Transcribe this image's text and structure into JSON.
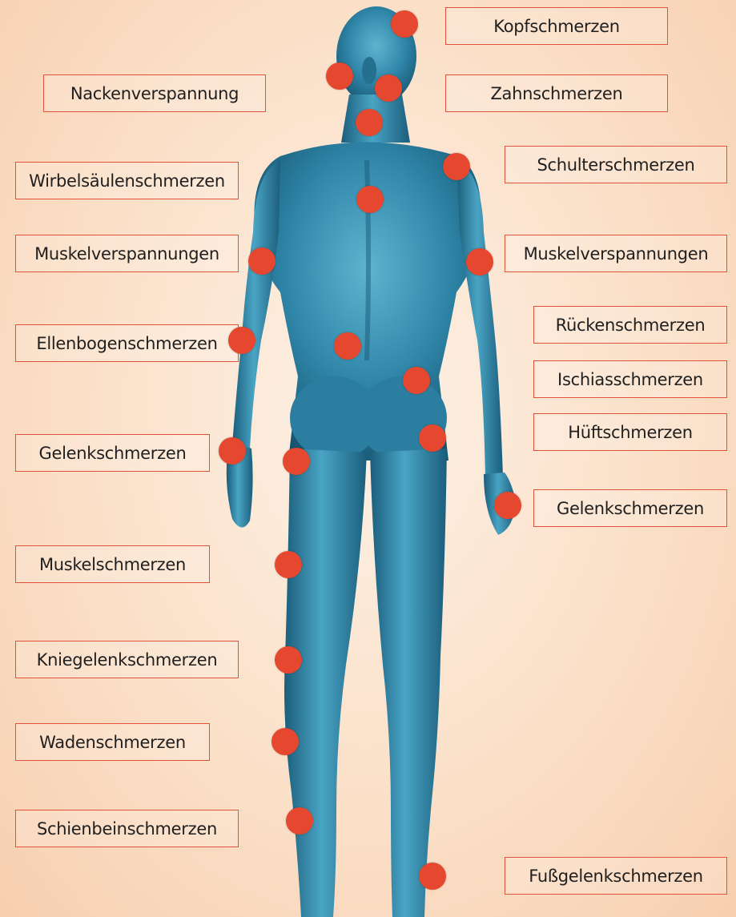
{
  "labels": {
    "kopf": "Kopfschmerzen",
    "nacken": "Nackenverspannung",
    "zahn": "Zahnschmerzen",
    "schulter": "Schulterschmerzen",
    "wirbel": "Wirbelsäulenschmerzen",
    "muskelverspannung_links": "Muskelverspannungen",
    "muskelverspannung_rechts": "Muskelverspannungen",
    "ruecken": "Rückenschmerzen",
    "ellenbogen": "Ellenbogenschmerzen",
    "ischias": "Ischiasschmerzen",
    "hueft": "Hüftschmerzen",
    "gelenk_links": "Gelenkschmerzen",
    "gelenk_rechts": "Gelenkschmerzen",
    "muskel": "Muskelschmerzen",
    "knie": "Kniegelenkschmerzen",
    "waden": "Wadenschmerzen",
    "schienbein": "Schienbeinschmerzen",
    "fuss": "Fußgelenkschmerzen"
  },
  "colors": {
    "marker": "#e5472f",
    "label_border": "#e0523a",
    "body_fill": "#2f86a8",
    "background": "#fbe0c8"
  }
}
